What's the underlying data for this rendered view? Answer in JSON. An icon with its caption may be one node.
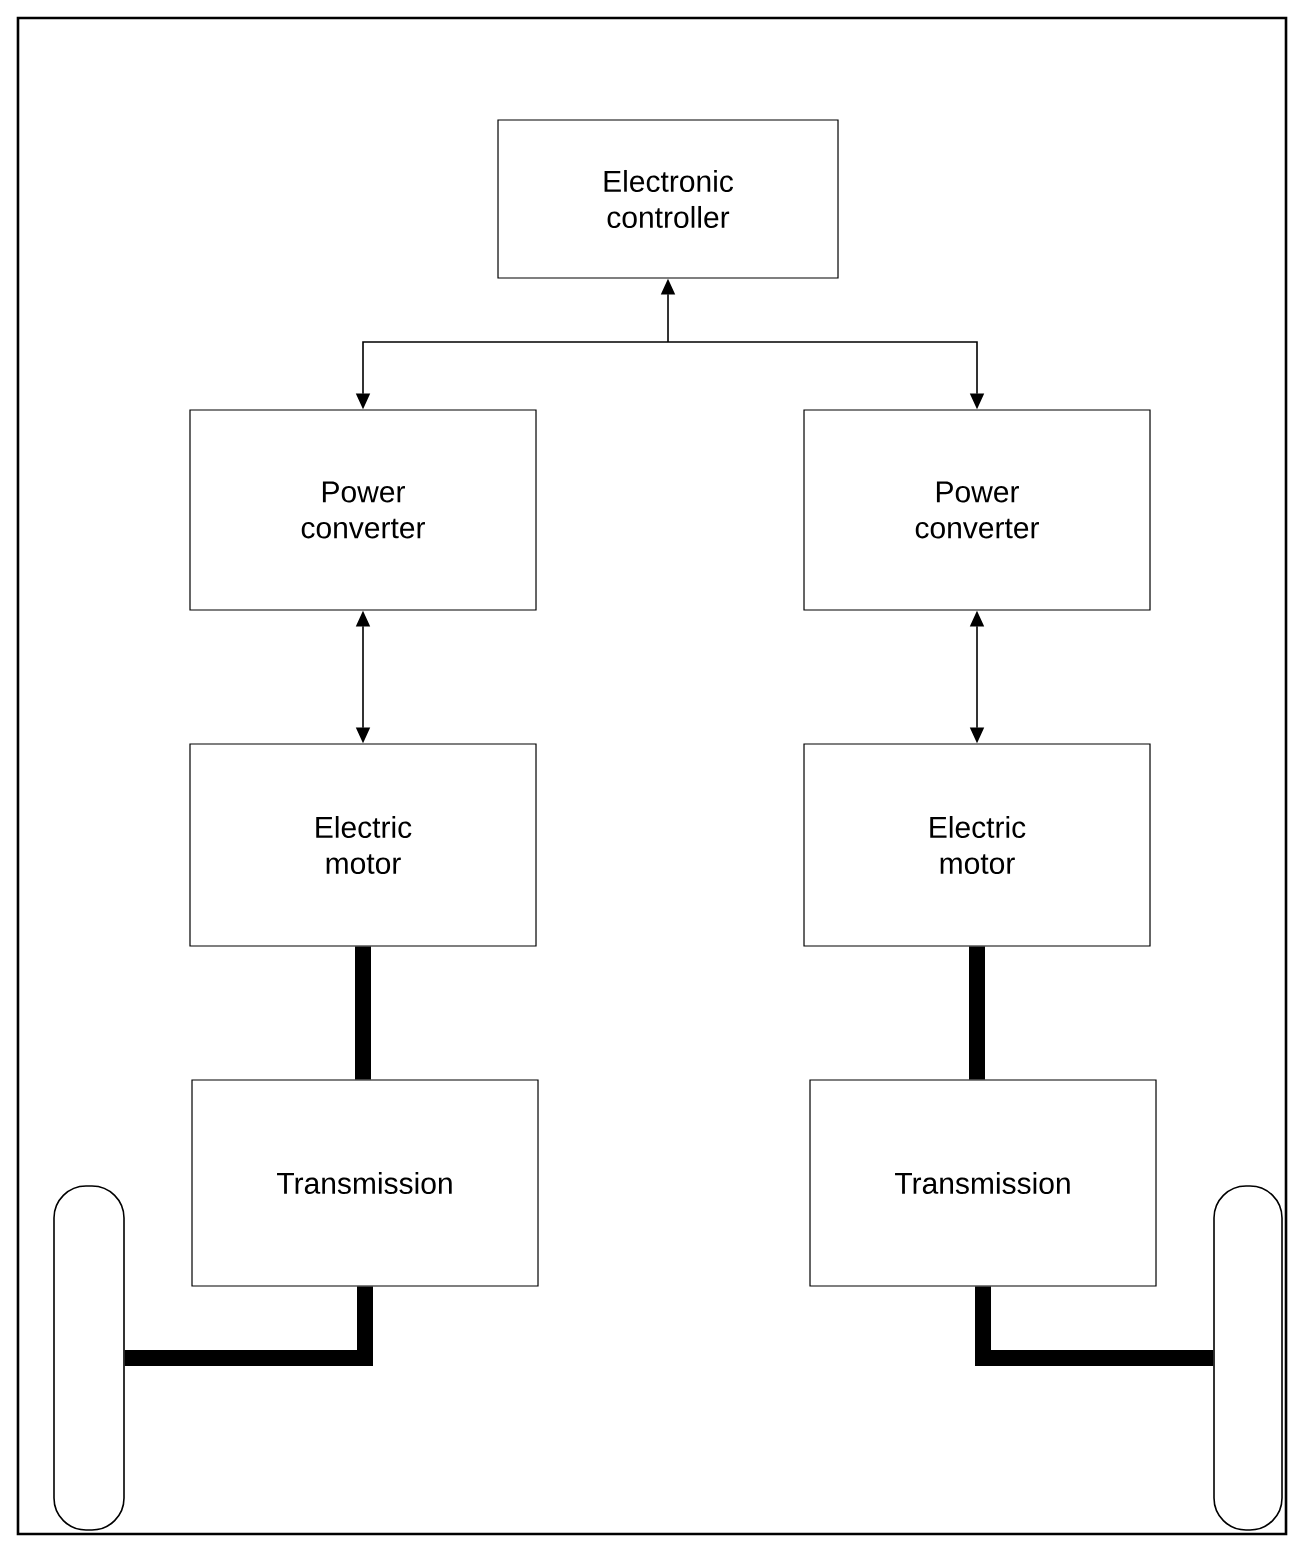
{
  "diagram": {
    "nodes": [
      {
        "text": [
          "Electronic controller"
        ]
      },
      {
        "text": [
          "Power converter"
        ]
      },
      {
        "text": [
          "Power converter"
        ]
      },
      {
        "text": [
          "Electric motor"
        ]
      },
      {
        "text": [
          "Electric motor"
        ]
      },
      {
        "text": [
          "Transmission"
        ]
      },
      {
        "text": [
          "Transmission"
        ]
      },
      {
        "text": [],
        "shape": "wheel"
      },
      {
        "text": [],
        "shape": "wheel"
      }
    ],
    "edges": [
      {
        "from": 0,
        "to": 1,
        "arrow": "both"
      },
      {
        "from": 0,
        "to": 2,
        "arrow": "both"
      },
      {
        "from": 1,
        "to": 3,
        "arrow": "both"
      },
      {
        "from": 2,
        "to": 4,
        "arrow": "both"
      },
      {
        "from": 3,
        "to": 5,
        "arrow": "none",
        "style": "thick"
      },
      {
        "from": 4,
        "to": 6,
        "arrow": "none",
        "style": "thick"
      },
      {
        "from": 5,
        "to": 7,
        "arrow": "none",
        "style": "thick"
      },
      {
        "from": 6,
        "to": 8,
        "arrow": "none",
        "style": "thick"
      }
    ]
  }
}
